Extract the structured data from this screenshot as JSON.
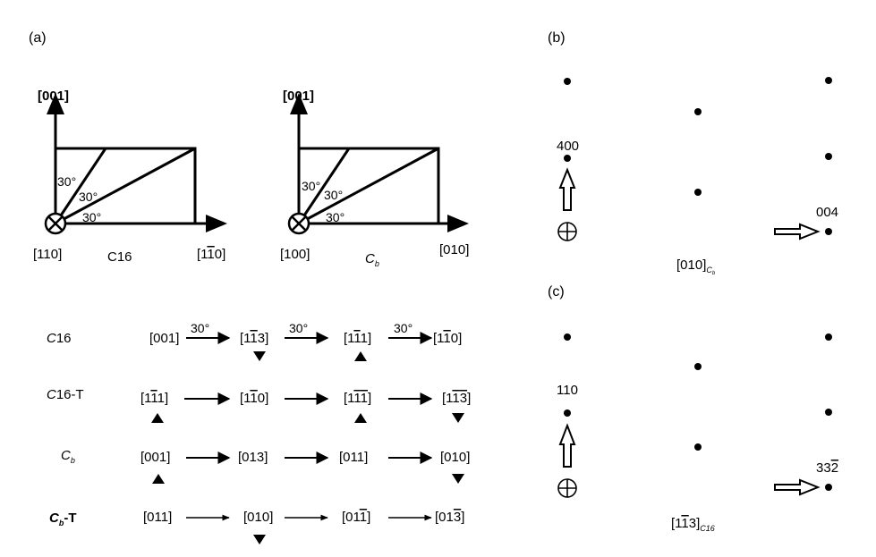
{
  "panel_labels": {
    "a": "(a)",
    "b": "(b)",
    "c": "(c)"
  },
  "frames": {
    "c16": {
      "up_label": "[001]",
      "origin_label": "[110]",
      "right_label_pre": "[1",
      "right_label_bar": "1",
      "right_label_post": "0]",
      "phase_name": "C16",
      "angles": [
        "30°",
        "30°",
        "30°"
      ]
    },
    "cb": {
      "up_label": "[001]",
      "origin_label": "[100]",
      "right_label": "[010]",
      "phase_main": "C",
      "phase_sub": "b",
      "angles": [
        "30°",
        "30°",
        "30°"
      ]
    }
  },
  "sequence": {
    "arrow_angle": "30°",
    "rows": {
      "c16": {
        "name_main": "C",
        "name_rest": "16"
      },
      "c16t": {
        "name_main": "C",
        "name_rest": "16-T"
      },
      "cb": {
        "name_main": "C",
        "name_sub": "b"
      },
      "cbt": {
        "name_main": "C",
        "name_sub": "b",
        "name_rest": "-T"
      }
    },
    "directions": {
      "r1c1": "[001]",
      "r1c2": {
        "pre": "[1",
        "bar": "1",
        "post": "3]"
      },
      "r1c3": {
        "pre": "[1",
        "bar": "1",
        "post": "1]"
      },
      "r1c4": {
        "pre": "[1",
        "bar": "1",
        "post": "0]"
      },
      "r2c1": {
        "pre": "[1",
        "bar": "1",
        "post": "1]"
      },
      "r2c2": {
        "pre": "[1",
        "bar": "1",
        "post": "0]"
      },
      "r2c3": {
        "pre": "[1",
        "bar": "1",
        "mid": "",
        "bar2": "1",
        "post": "]"
      },
      "r2c4": {
        "pre": "[1",
        "bar": "1",
        "mid": "",
        "bar2": "3",
        "post": "]"
      },
      "r3c1": "[001]",
      "r3c2": "[013]",
      "r3c3": "[011]",
      "r3c4": "[010]",
      "r4c1": "[011]",
      "r4c2": "[010]",
      "r4c3": {
        "pre": "[01",
        "bar": "1",
        "post": "]"
      },
      "r4c4": {
        "pre": "[01",
        "bar": "3",
        "post": "]"
      }
    }
  },
  "diffraction": {
    "b": {
      "spot_up": "400",
      "spot_right": "004",
      "zone_main": "[010]",
      "zone_sub_main": "C",
      "zone_sub_sub": "b"
    },
    "c": {
      "spot_up": "110",
      "spot_right": {
        "pre": "33",
        "bar": "2"
      },
      "zone_pre": "[1",
      "zone_bar": "1",
      "zone_post": "3]",
      "zone_sub": "C16"
    }
  }
}
